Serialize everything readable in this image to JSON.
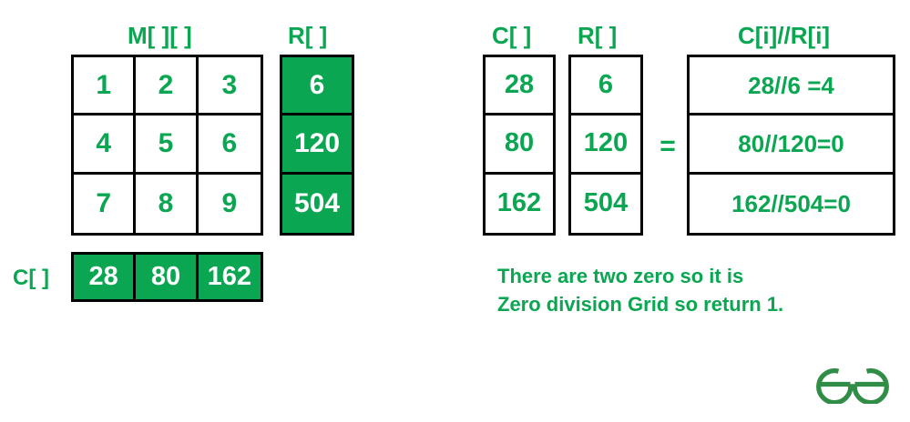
{
  "theme": {
    "green": "#0aa651",
    "white": "#ffffff",
    "border": "#000000"
  },
  "left_section": {
    "matrix": {
      "label": "M[ ][ ]",
      "rows": [
        [
          "1",
          "2",
          "3"
        ],
        [
          "4",
          "5",
          "6"
        ],
        [
          "7",
          "8",
          "9"
        ]
      ]
    },
    "r_column": {
      "label": "R[ ]",
      "values": [
        "6",
        "120",
        "504"
      ]
    },
    "c_row": {
      "label": "C[ ]",
      "values": [
        "28",
        "80",
        "162"
      ]
    }
  },
  "right_section": {
    "c_column": {
      "label": "C[ ]",
      "values": [
        "28",
        "80",
        "162"
      ]
    },
    "r_column": {
      "label": "R[ ]",
      "values": [
        "6",
        "120",
        "504"
      ]
    },
    "equals": "=",
    "result_column": {
      "label": "C[i]//R[i]",
      "values": [
        "28//6 =4",
        "80//120=0",
        "162//504=0"
      ]
    },
    "note": {
      "line1": "There are two zero so it is",
      "line2": "Zero division Grid so return 1."
    }
  },
  "logo": {
    "name": "geeksforgeeks-logo"
  }
}
